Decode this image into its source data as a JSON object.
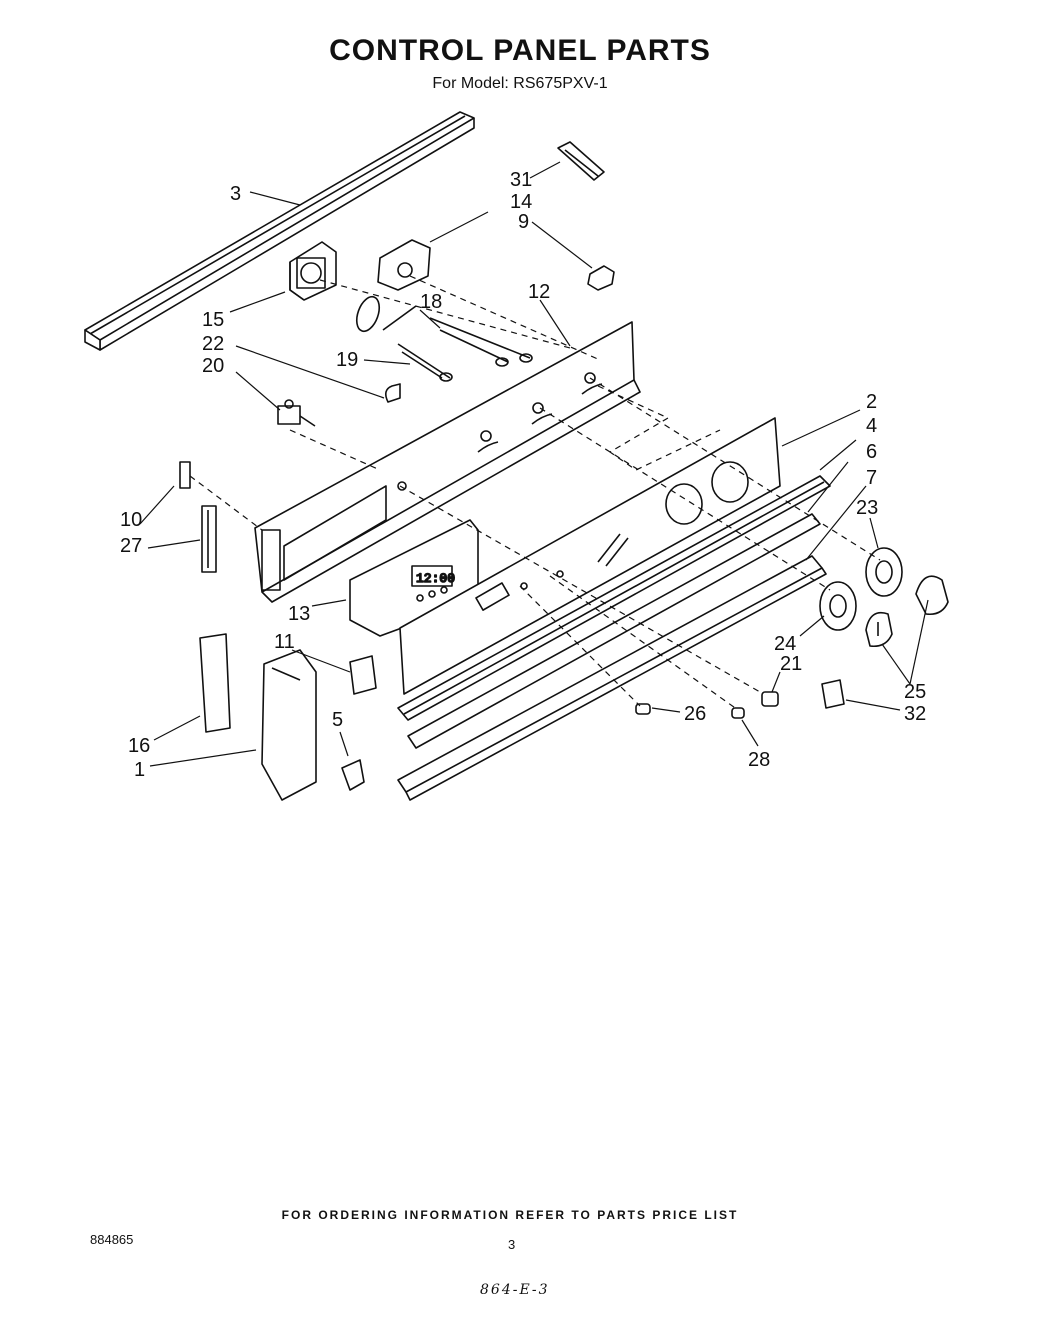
{
  "header": {
    "title": "CONTROL PANEL PARTS",
    "subtitle": "For Model: RS675PXV-1"
  },
  "callouts": [
    "3",
    "31",
    "14",
    "9",
    "15",
    "18",
    "12",
    "22",
    "20",
    "19",
    "2",
    "4",
    "6",
    "7",
    "23",
    "10",
    "27",
    "13",
    "24",
    "21",
    "25",
    "32",
    "11",
    "16",
    "1",
    "5",
    "26",
    "28"
  ],
  "display_readout": "12:00",
  "footer": {
    "note": "FOR ORDERING INFORMATION REFER TO PARTS PRICE LIST",
    "doc_number": "884865",
    "page_number": "3",
    "handwritten_code": "864-E-3"
  }
}
